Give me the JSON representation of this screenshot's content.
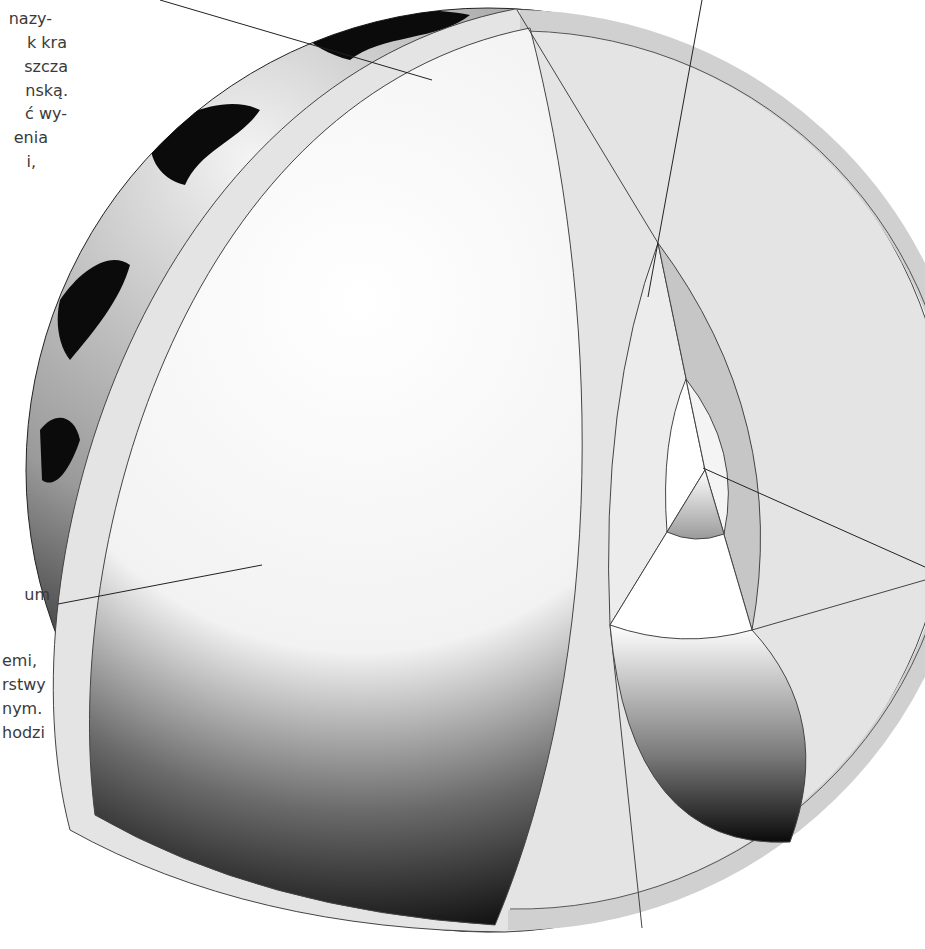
{
  "diagram": {
    "labels": [
      "nazy-",
      "k kra",
      "szcza",
      "nską.",
      "ć wy-",
      "enia",
      "i,",
      "um",
      "emi,",
      "rstwy",
      "nym.",
      "hodzi"
    ]
  }
}
